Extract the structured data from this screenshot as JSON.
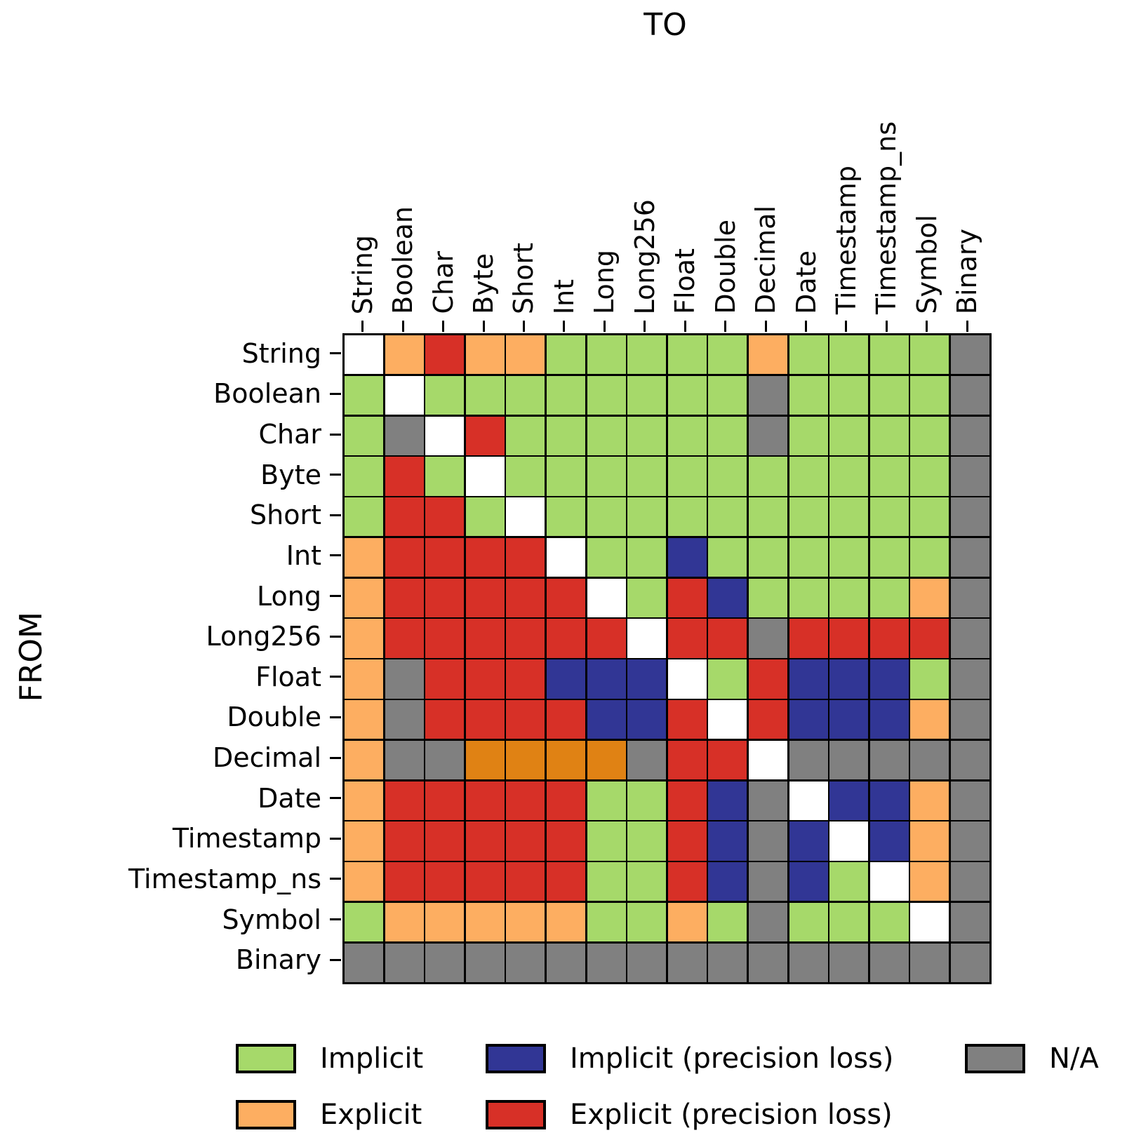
{
  "titles": {
    "to": "TO",
    "from": "FROM"
  },
  "types": [
    "String",
    "Boolean",
    "Char",
    "Byte",
    "Short",
    "Int",
    "Long",
    "Long256",
    "Float",
    "Double",
    "Decimal",
    "Date",
    "Timestamp",
    "Timestamp_ns",
    "Symbol",
    "Binary"
  ],
  "colors": {
    "I": "#a6d96a",
    "E": "#fdae61",
    "IP": "#313695",
    "EP": "#d73027",
    "NA": "#808080",
    "D": "#ffffff",
    "ED": "#e08214",
    "grid_line": "#000000",
    "text": "#000000",
    "background": "#ffffff"
  },
  "legend": {
    "items": [
      {
        "code": "I",
        "label": "Implicit"
      },
      {
        "code": "E",
        "label": "Explicit"
      },
      {
        "code": "IP",
        "label": "Implicit (precision loss)"
      },
      {
        "code": "EP",
        "label": "Explicit (precision loss)"
      },
      {
        "code": "NA",
        "label": "N/A"
      }
    ]
  },
  "chart_data": {
    "type": "heatmap",
    "x_axis_title": "TO",
    "y_axis_title": "FROM",
    "categories": [
      "String",
      "Boolean",
      "Char",
      "Byte",
      "Short",
      "Int",
      "Long",
      "Long256",
      "Float",
      "Double",
      "Decimal",
      "Date",
      "Timestamp",
      "Timestamp_ns",
      "Symbol",
      "Binary"
    ],
    "code_meanings": {
      "I": "Implicit",
      "E": "Explicit",
      "IP": "Implicit (precision loss)",
      "EP": "Explicit (precision loss)",
      "NA": "N/A",
      "D": "diagonal cell (same type, drawn white)",
      "ED": "explicit conversion drawn in a darker orange (shade not listed in legend)"
    },
    "legend_position": "below chart, two rows, three columns",
    "grid": "black cell borders, black axis frame, ticks on top and left axes",
    "matrix_rows_are_FROM_columns_are_TO": true,
    "matrix": [
      [
        "D",
        "E",
        "EP",
        "E",
        "E",
        "I",
        "I",
        "I",
        "I",
        "I",
        "E",
        "I",
        "I",
        "I",
        "I",
        "NA"
      ],
      [
        "I",
        "D",
        "I",
        "I",
        "I",
        "I",
        "I",
        "I",
        "I",
        "I",
        "NA",
        "I",
        "I",
        "I",
        "I",
        "NA"
      ],
      [
        "I",
        "NA",
        "D",
        "EP",
        "I",
        "I",
        "I",
        "I",
        "I",
        "I",
        "NA",
        "I",
        "I",
        "I",
        "I",
        "NA"
      ],
      [
        "I",
        "EP",
        "I",
        "D",
        "I",
        "I",
        "I",
        "I",
        "I",
        "I",
        "I",
        "I",
        "I",
        "I",
        "I",
        "NA"
      ],
      [
        "I",
        "EP",
        "EP",
        "I",
        "D",
        "I",
        "I",
        "I",
        "I",
        "I",
        "I",
        "I",
        "I",
        "I",
        "I",
        "NA"
      ],
      [
        "E",
        "EP",
        "EP",
        "EP",
        "EP",
        "D",
        "I",
        "I",
        "IP",
        "I",
        "I",
        "I",
        "I",
        "I",
        "I",
        "NA"
      ],
      [
        "E",
        "EP",
        "EP",
        "EP",
        "EP",
        "EP",
        "D",
        "I",
        "EP",
        "IP",
        "I",
        "I",
        "I",
        "I",
        "E",
        "NA"
      ],
      [
        "E",
        "EP",
        "EP",
        "EP",
        "EP",
        "EP",
        "EP",
        "D",
        "EP",
        "EP",
        "NA",
        "EP",
        "EP",
        "EP",
        "EP",
        "NA"
      ],
      [
        "E",
        "NA",
        "EP",
        "EP",
        "EP",
        "IP",
        "IP",
        "IP",
        "D",
        "I",
        "EP",
        "IP",
        "IP",
        "IP",
        "I",
        "NA"
      ],
      [
        "E",
        "NA",
        "EP",
        "EP",
        "EP",
        "EP",
        "IP",
        "IP",
        "EP",
        "D",
        "EP",
        "IP",
        "IP",
        "IP",
        "E",
        "NA"
      ],
      [
        "E",
        "NA",
        "NA",
        "ED",
        "ED",
        "ED",
        "ED",
        "NA",
        "EP",
        "EP",
        "D",
        "NA",
        "NA",
        "NA",
        "NA",
        "NA"
      ],
      [
        "E",
        "EP",
        "EP",
        "EP",
        "EP",
        "EP",
        "I",
        "I",
        "EP",
        "IP",
        "NA",
        "D",
        "IP",
        "IP",
        "E",
        "NA"
      ],
      [
        "E",
        "EP",
        "EP",
        "EP",
        "EP",
        "EP",
        "I",
        "I",
        "EP",
        "IP",
        "NA",
        "IP",
        "D",
        "IP",
        "E",
        "NA"
      ],
      [
        "E",
        "EP",
        "EP",
        "EP",
        "EP",
        "EP",
        "I",
        "I",
        "EP",
        "IP",
        "NA",
        "IP",
        "I",
        "D",
        "E",
        "NA"
      ],
      [
        "I",
        "E",
        "E",
        "E",
        "E",
        "E",
        "I",
        "I",
        "E",
        "I",
        "NA",
        "I",
        "I",
        "I",
        "D",
        "NA"
      ],
      [
        "NA",
        "NA",
        "NA",
        "NA",
        "NA",
        "NA",
        "NA",
        "NA",
        "NA",
        "NA",
        "NA",
        "NA",
        "NA",
        "NA",
        "NA",
        "NA"
      ]
    ]
  }
}
